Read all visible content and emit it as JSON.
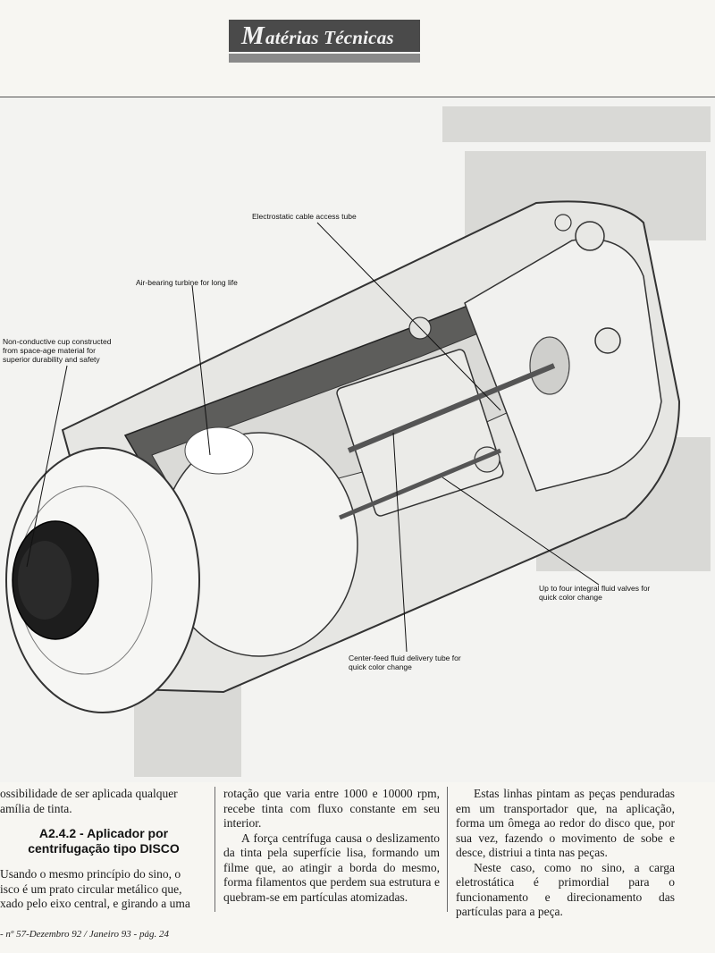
{
  "header": {
    "initial": "M",
    "rest": "atérias Técnicas"
  },
  "figure": {
    "callouts": [
      "Electrostatic cable access tube",
      "Air-bearing turbine for long life",
      "Non-conductive cup constructed\nfrom space-age material for\nsuperior durability and safety",
      "Up to four integral fluid valves for\nquick color change",
      "Center-feed fluid delivery tube for\nquick color change"
    ]
  },
  "article": {
    "col1": {
      "intro": "ossibilidade de ser aplicada qualquer\namília de tinta.",
      "heading": "A2.4.2 - Aplicador por\ncentrifugação tipo DISCO",
      "para": "Usando o mesmo princípio do sino, o\nisco é um prato circular metálico que,\nxado pelo eixo central, e girando a uma"
    },
    "col2": {
      "p1": "rotação que varia entre 1000 e 10000 rpm, recebe tinta com fluxo constante em seu interior.",
      "p2": "A força centrífuga causa o deslizamento da tinta pela superfície lisa, formando um filme que, ao atingir a borda do mesmo, forma filamentos que perdem sua estrutura e quebram-se em partículas atomizadas."
    },
    "col3": {
      "p1": "Estas linhas pintam as peças penduradas em um transportador que, na aplicação, forma um ômega ao redor do disco que, por sua vez, fazendo o movimento de sobe e desce, distriui a tinta nas peças.",
      "p2": "Neste caso, como no sino, a carga eletrostática é primordial para o funcionamento e direcionamento das partículas para a peça."
    }
  },
  "footer": {
    "text": "- nº 57-Dezembro 92 / Janeiro 93 - pág. 24"
  }
}
